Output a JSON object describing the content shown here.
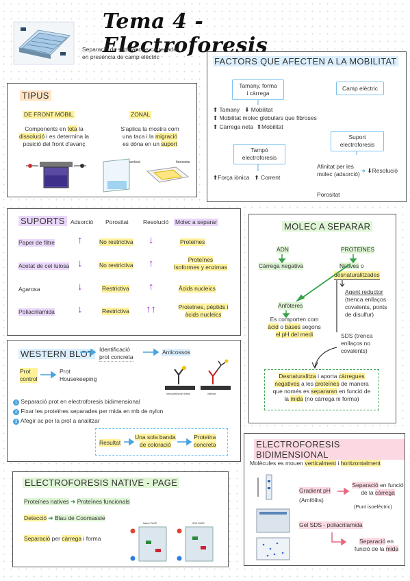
{
  "title": "Tema 4 - Electroforesis",
  "intro": {
    "line1": "Separació de substàncies carregades",
    "line2": "en presència de camp elèctric"
  },
  "factors": {
    "heading": "FACTORS QUE AFECTEN A LA MOBILITAT",
    "size_box": {
      "line1": "Tamany, forma",
      "line2": "i càrrega"
    },
    "field_box": "Camp elèctric",
    "tamany": "Tamany",
    "mobilitat": "Mobilitat",
    "line2": "Mobilitat molec globulars que fibroses",
    "carrega": "Càrrega neta",
    "mobilitat2": "Mobilitat",
    "support_box": {
      "line1": "Suport",
      "line2": "electroforesis"
    },
    "buffer_box": {
      "line1": "Tampó",
      "line2": "electroforesis"
    },
    "ionic": "Força iònica",
    "corrent": "Corrent",
    "afinitat1": "Afinitat per les",
    "afinitat2": "molec (adsorció)",
    "resolucio": "Resolució",
    "porositat": "Porositat"
  },
  "tipus": {
    "heading": "TIPUS",
    "front": {
      "title": "DE FRONT MÒBIL",
      "l1a": "Components en ",
      "l1b": "tota",
      " l1c": "",
      "l1c_": " la",
      "l2a": "dissolució",
      "l2b": " i es determina la",
      "l3": "posició del front d'avanç"
    },
    "zonal": {
      "title": "ZONAL",
      "l1": "S'aplica la mostra com",
      "l2a": "una taca i la ",
      "l2b": "migració",
      "l3a": "es dóna en un ",
      "l3b": "suport"
    },
    "img_vertical": "vertical",
    "img_horizontal": "horizontal"
  },
  "suports": {
    "heading": "SUPORTS",
    "columns": [
      "Adsorció",
      "Porositat",
      "Resolució",
      "Molec a separar"
    ],
    "rows": [
      {
        "name": "Paper de filtre",
        "adsorcio": "↑",
        "porositat": "No restrictiva",
        "resolucio": "↓",
        "molec": "Proteïnes",
        "molec2": ""
      },
      {
        "name": "Acetat de cel·lulosa",
        "adsorcio": "↓",
        "porositat": "No restrictiva",
        "resolucio": "↑",
        "molec": "Proteïnes",
        "molec2": "Isoformes y enzimas"
      },
      {
        "name": "Agarosa",
        "adsorcio": "↓",
        "porositat": "Restrictiva",
        "resolucio": "↑",
        "molec": "Àcids nucleics",
        "molec2": ""
      },
      {
        "name": "Poliacrilamida",
        "adsorcio": "↓",
        "porositat": "Restrictiva",
        "resolucio": "↑↑",
        "molec": "Proteïnes, pèptids i",
        "molec2": "àcids nucleics"
      }
    ]
  },
  "molec": {
    "heading": "MOLEC A SEPARAR",
    "adn": "ADN",
    "proteines": "PROTEÏNES",
    "carrega_neg": "Càrrega negativa",
    "natives": "Natives",
    "o": " o",
    "desnat": "desnaturalitzades",
    "agent1": "Agent reductor",
    "agent2": "(trenca enllaços",
    "agent3": "covalents, ponts",
    "agent4": "de disulfur)",
    "anfoteres": "Anfòteres",
    "comp1": "Es comporten com",
    "comp2a": "àcid",
    " comp2b": "",
    "comp2b_": " o ",
    "comp2c": "bases",
    "comp2d": " segons",
    "comp3": "el pH del medi",
    "sds1": "SDS (trenca",
    "sds2": "enllaços no",
    "sds3": "covalents)",
    "result1a": "Desnaturalitza",
    "result1b": " i aporta ",
    "result1c": "càrregues",
    "result2a": "negatives",
    "result2b": " a les ",
    "result2c": "proteïnes",
    "result2d": " de manera",
    "result3a": "que només es ",
    "result3b": "separaran",
    "result3c": " en funció de",
    "result4a": "la ",
    "result4b": "mida",
    "result4c": " (no càrrega ni forma)"
  },
  "western": {
    "heading": "WESTERN BLOT",
    "ident1": "Identificació",
    "ident2": "prot concreta",
    "anticossos": "Anticossos",
    "prot_control1": "Prot",
    "prot_control2": "control",
    "prot_hk1": "Prot",
    "prot_hk2": "Housekeeping",
    "img1": "Inmunodetección directa",
    "img2": "Indirecta",
    "steps": [
      {
        "n": "1",
        "text": "Separació prot en electroforesis bidimensional"
      },
      {
        "n": "2",
        "text": "Fixar les proteïnes separades per mida en mb de nylon"
      },
      {
        "n": "3",
        "text": "Afegir ac per la prot a analitzar"
      }
    ],
    "resultat": "Resultat",
    "banda1": "Una sola banda",
    "banda2": "de coloració",
    "concreta1": "Proteïna",
    "concreta2": "concreta"
  },
  "native": {
    "heading": "ELECTROFORESIS NATIVE - PAGE",
    "l1a": "Proteïnes natives",
    "l1b": "Proteïnes funcionals",
    "l2a": "Detecció",
    "l2b": "Blau de Coomassie",
    "l3a": "Separació",
    "l3b": " per ",
    "l3c": "càrrega",
    "l3d": " i forma",
    "img1": "Native PAGE",
    "img2": "SDS-PAGE"
  },
  "bidim": {
    "heading": "ELECTROFORESIS BIDIMENSIONAL",
    "intro_a": "Molècules es mouen ",
    "intro_b": "verticalment",
    "intro_c": " i ",
    "intro_d": "horitzontalment",
    "gradient": "Gradient pH",
    "amfolits": "(Amfòlits)",
    "sep1a": "Separació",
    "sep1b": " en funció",
    "sep1c": "de la ",
    "sep1d": "càrrega",
    "punt": "(Punt isoelèctric)",
    "gel": "Gel SDS - poliacrilamida",
    "sep2a": "Separació",
    "sep2b": " en",
    "sep2c": "funció de la ",
    "sep2d": "mida"
  }
}
